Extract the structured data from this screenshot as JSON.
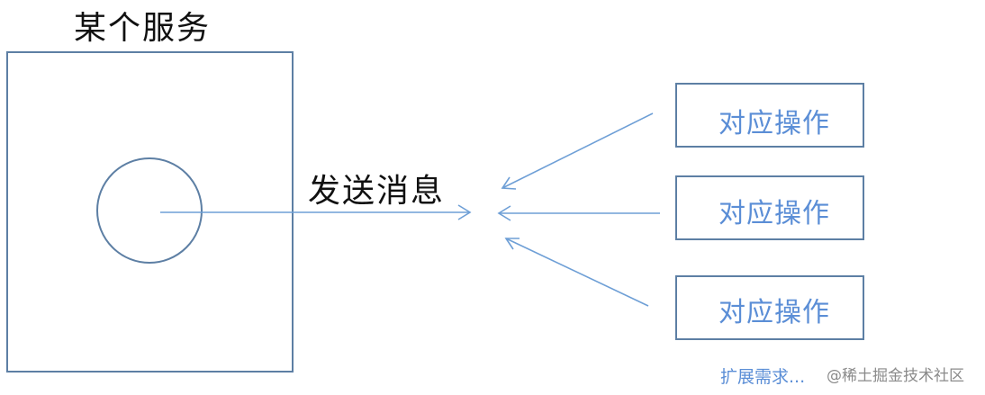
{
  "service": {
    "title": "某个服务"
  },
  "message": {
    "label": "发送消息"
  },
  "operations": [
    {
      "label": "对应操作"
    },
    {
      "label": "对应操作"
    },
    {
      "label": "对应操作"
    }
  ],
  "expand": {
    "label": "扩展需求..."
  },
  "watermark": {
    "text": "@稀土掘金技术社区"
  },
  "colors": {
    "box_stroke": "#5d7fa4",
    "arrow": "#6e9fd6",
    "operation_text": "#5b8ed6",
    "title_text": "#111111",
    "watermark_text": "#8a8a8a"
  }
}
